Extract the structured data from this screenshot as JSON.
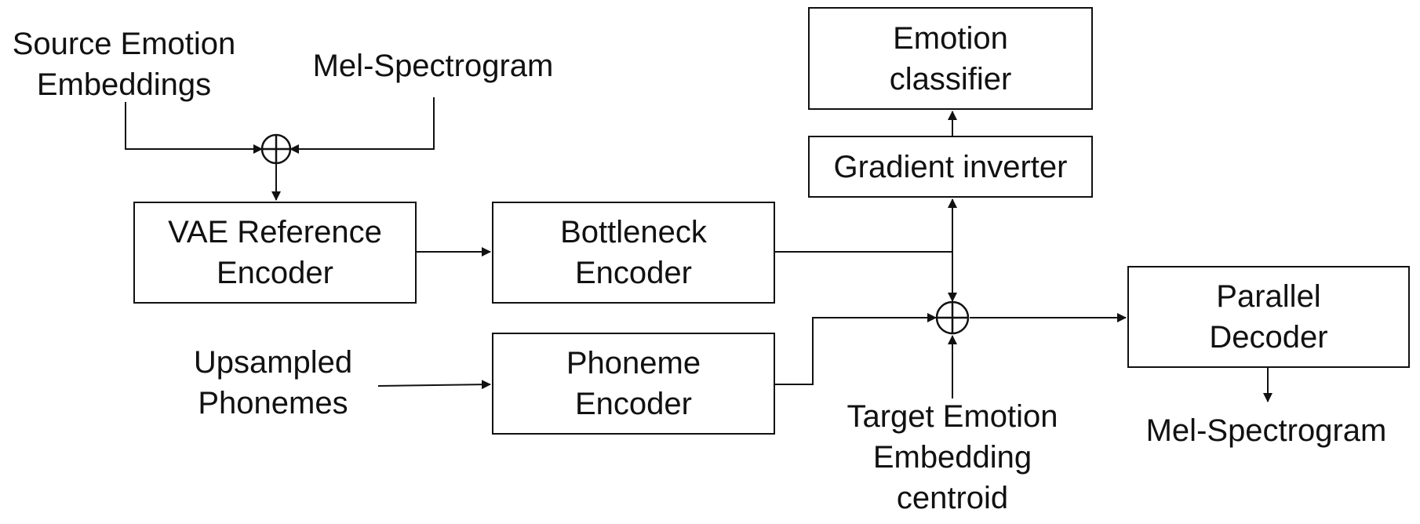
{
  "inputs": {
    "source_emotion": [
      "Source Emotion",
      "Embeddings"
    ],
    "mel_in": [
      "Mel-Spectrogram"
    ],
    "phonemes": [
      "Upsampled",
      "Phonemes"
    ],
    "target_emotion": [
      "Target Emotion",
      "Embedding",
      "centroid"
    ]
  },
  "blocks": {
    "vae": [
      "VAE Reference",
      "Encoder"
    ],
    "bottleneck": [
      "Bottleneck",
      "Encoder"
    ],
    "phoneme": [
      "Phoneme",
      "Encoder"
    ],
    "gradient": [
      "Gradient inverter"
    ],
    "classifier": [
      "Emotion",
      "classifier"
    ],
    "decoder": [
      "Parallel",
      "Decoder"
    ]
  },
  "outputs": {
    "mel_out": [
      "Mel-Spectrogram"
    ]
  }
}
